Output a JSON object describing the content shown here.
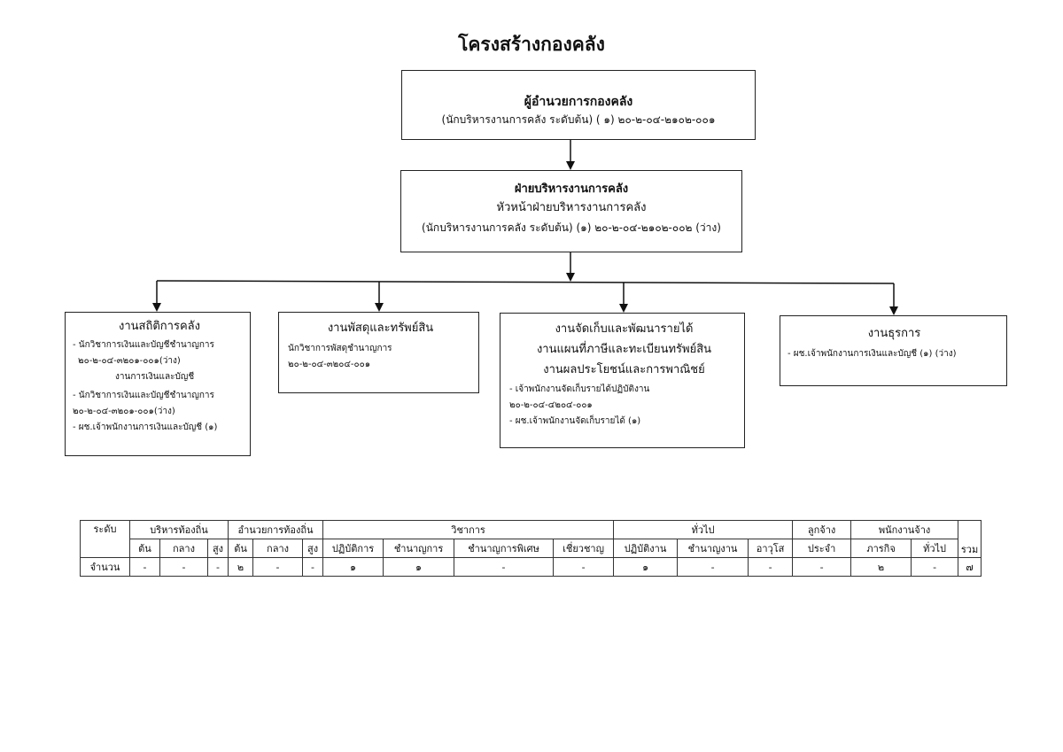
{
  "title": "โครงสร้างกองคลัง",
  "top_box": {
    "title": "ผู้อำนวยการกองคลัง",
    "subtitle": "(นักบริหารงานการคลัง  ระดับต้น) ( ๑)  ๒๐-๒-๐๔-๒๑๐๒-๐๐๑"
  },
  "second_box": {
    "title": "ฝ่ายบริหารงานการคลัง",
    "line1": "หัวหน้าฝ่ายบริหารงานการคลัง",
    "line2": "(นักบริหารงานการคลัง ระดับต้น)  (๑) ๒๐-๒-๐๔-๒๑๐๒-๐๐๒ (ว่าง)"
  },
  "units": [
    {
      "title": "งานสถิติการคลัง",
      "lines": [
        "- นักวิชาการเงินและบัญชีชำนาญการ",
        "๒๐-๒-๐๔-๓๒๐๑-๐๐๑(ว่าง)",
        "งานการเงินและบัญชี",
        "- นักวิชาการเงินและบัญชีชำนาญการ",
        "๒๐-๒-๐๔-๓๒๐๑-๐๐๑(ว่าง)",
        "- ผช.เจ้าพนักงานการเงินและบัญชี  (๑)"
      ]
    },
    {
      "title": "งานพัสดุและทรัพย์สิน",
      "lines": [
        "นักวิชาการพัสดุชำนาญการ",
        "๒๐-๒-๐๔-๓๒๐๔-๐๐๑"
      ]
    },
    {
      "title": "งานจัดเก็บและพัฒนารายได้",
      "title2": "งานแผนที่ภาษีและทะเบียนทรัพย์สิน",
      "title3": "งานผลประโยชน์และการพาณิชย์",
      "lines": [
        "- เจ้าพนักงานจัดเก็บรายได้ปฏิบัติงาน",
        "๒๐-๒-๐๔-๔๒๐๔-๐๐๑",
        "- ผช.เจ้าพนักงานจัดเก็บรายได้ (๑)"
      ]
    },
    {
      "title": "งานธุรการ",
      "lines": [
        "- ผช.เจ้าพนักงานการเงินและบัญชี  (๑) (ว่าง)"
      ]
    }
  ],
  "table": {
    "h_level": "ระดับ",
    "groups": {
      "local_admin": "บริหารท้องถิ่น",
      "local_director": "อำนวยการท้องถิ่น",
      "academic": "วิชาการ",
      "general": "ทั่วไป",
      "permanent_employee": "ลูกจ้าง",
      "staff": "พนักงานจ้าง"
    },
    "sub": {
      "t1": "ต้น",
      "t2": "กลาง",
      "t3": "สูง",
      "d1": "ต้น",
      "d2": "กลาง",
      "d3": "สูง",
      "a1": "ปฏิบัติการ",
      "a2": "ชำนาญการ",
      "a3": "ชำนาญการพิเศษ",
      "a4": "เชี่ยวชาญ",
      "g1": "ปฏิบัติงาน",
      "g2": "ชำนาญงาน",
      "g3": "อาวุโส",
      "p1": "ประจำ",
      "s1": "ภารกิจ",
      "s2": "ทั่วไป",
      "total": "รวม"
    },
    "row_label": "จำนวน",
    "values": [
      "-",
      "-",
      "-",
      "๒",
      "-",
      "-",
      "๑",
      "๑",
      "-",
      "-",
      "๑",
      "-",
      "-",
      "-",
      "๒",
      "-",
      "๗"
    ]
  }
}
